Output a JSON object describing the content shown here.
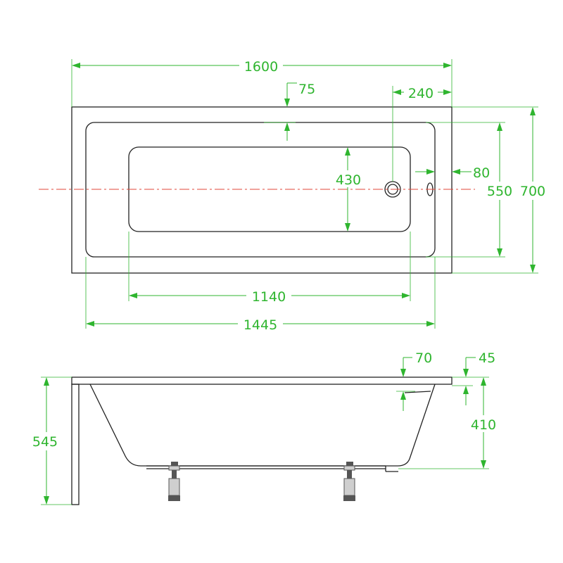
{
  "colors": {
    "dimension": "#2fb52f",
    "outline": "#222222",
    "centerline": "#e0473a"
  },
  "dimensions": {
    "total_length": "1600",
    "inner_rim_offset": "75",
    "waste_offset": "240",
    "overflow_offset": "80",
    "base_width": "430",
    "inner_width": "550",
    "total_width": "700",
    "base_length": "1140",
    "inner_length": "1445",
    "rim_thickness": "70",
    "rim_step": "45",
    "depth": "410",
    "total_height": "545"
  }
}
